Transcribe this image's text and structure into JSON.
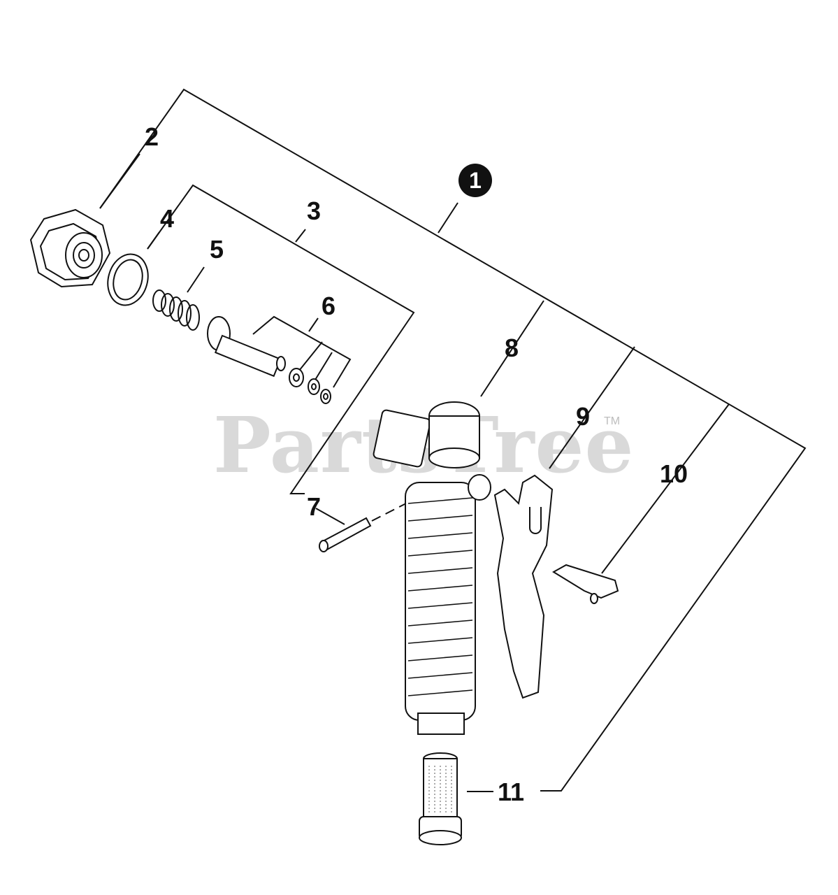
{
  "watermark": {
    "text": "PartsTree",
    "trademark": "TM"
  },
  "assembly_callout": "1",
  "callouts": {
    "c2": "2",
    "c3": "3",
    "c4": "4",
    "c5": "5",
    "c6": "6",
    "c7": "7",
    "c8": "8",
    "c9": "9",
    "c10": "10",
    "c11": "11"
  },
  "colors": {
    "line": "#111111",
    "watermark": "#d9d9d9",
    "background": "#ffffff"
  }
}
